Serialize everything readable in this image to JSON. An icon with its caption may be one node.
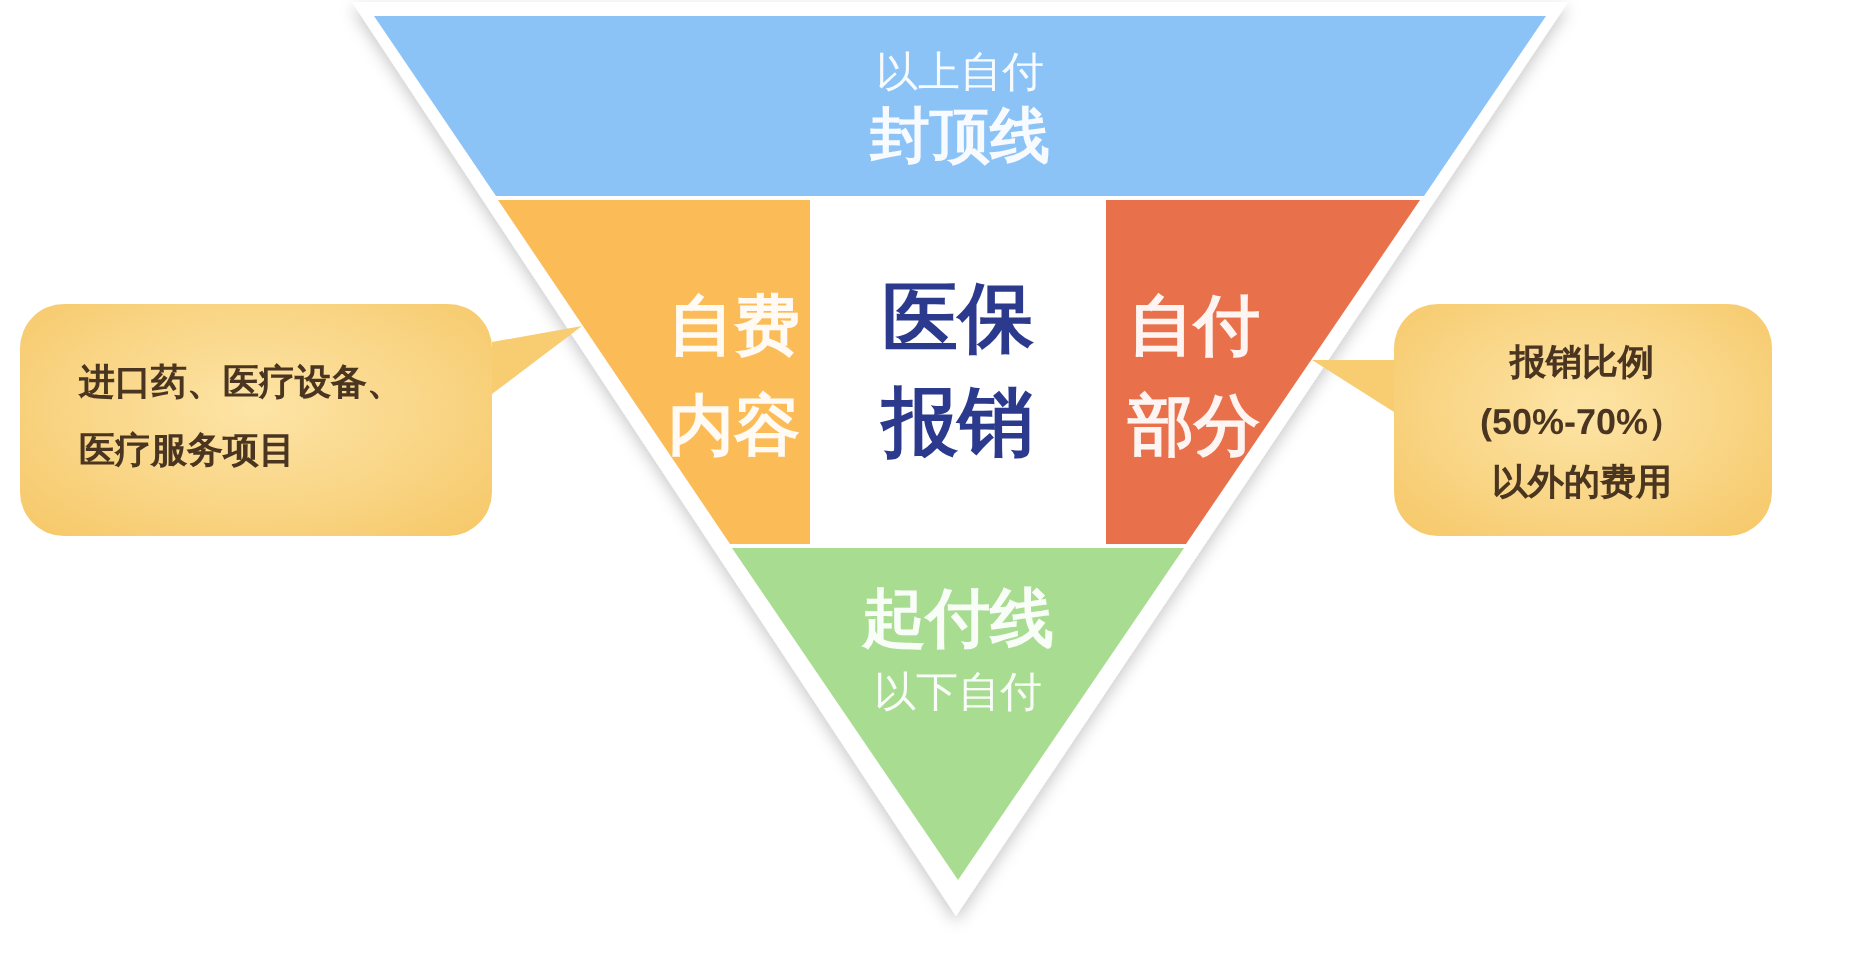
{
  "diagram": {
    "nodes": [
      {
        "text": [
          "以上自付",
          "封顶线"
        ]
      },
      {
        "text": [
          "进口药、医疗设备、医疗服务项目"
        ]
      },
      {
        "text": [
          "自费内容"
        ]
      },
      {
        "text": [
          "医保报销"
        ]
      },
      {
        "text": [
          "自付部分"
        ]
      },
      {
        "text": [
          "报销比例(50%-70%）以外的费用"
        ]
      },
      {
        "text": [
          "起付线",
          "以下自付"
        ]
      }
    ],
    "edges": [
      {
        "from": 1,
        "to": 2,
        "arrow": "to"
      },
      {
        "from": 5,
        "to": 4,
        "arrow": "to"
      }
    ]
  }
}
